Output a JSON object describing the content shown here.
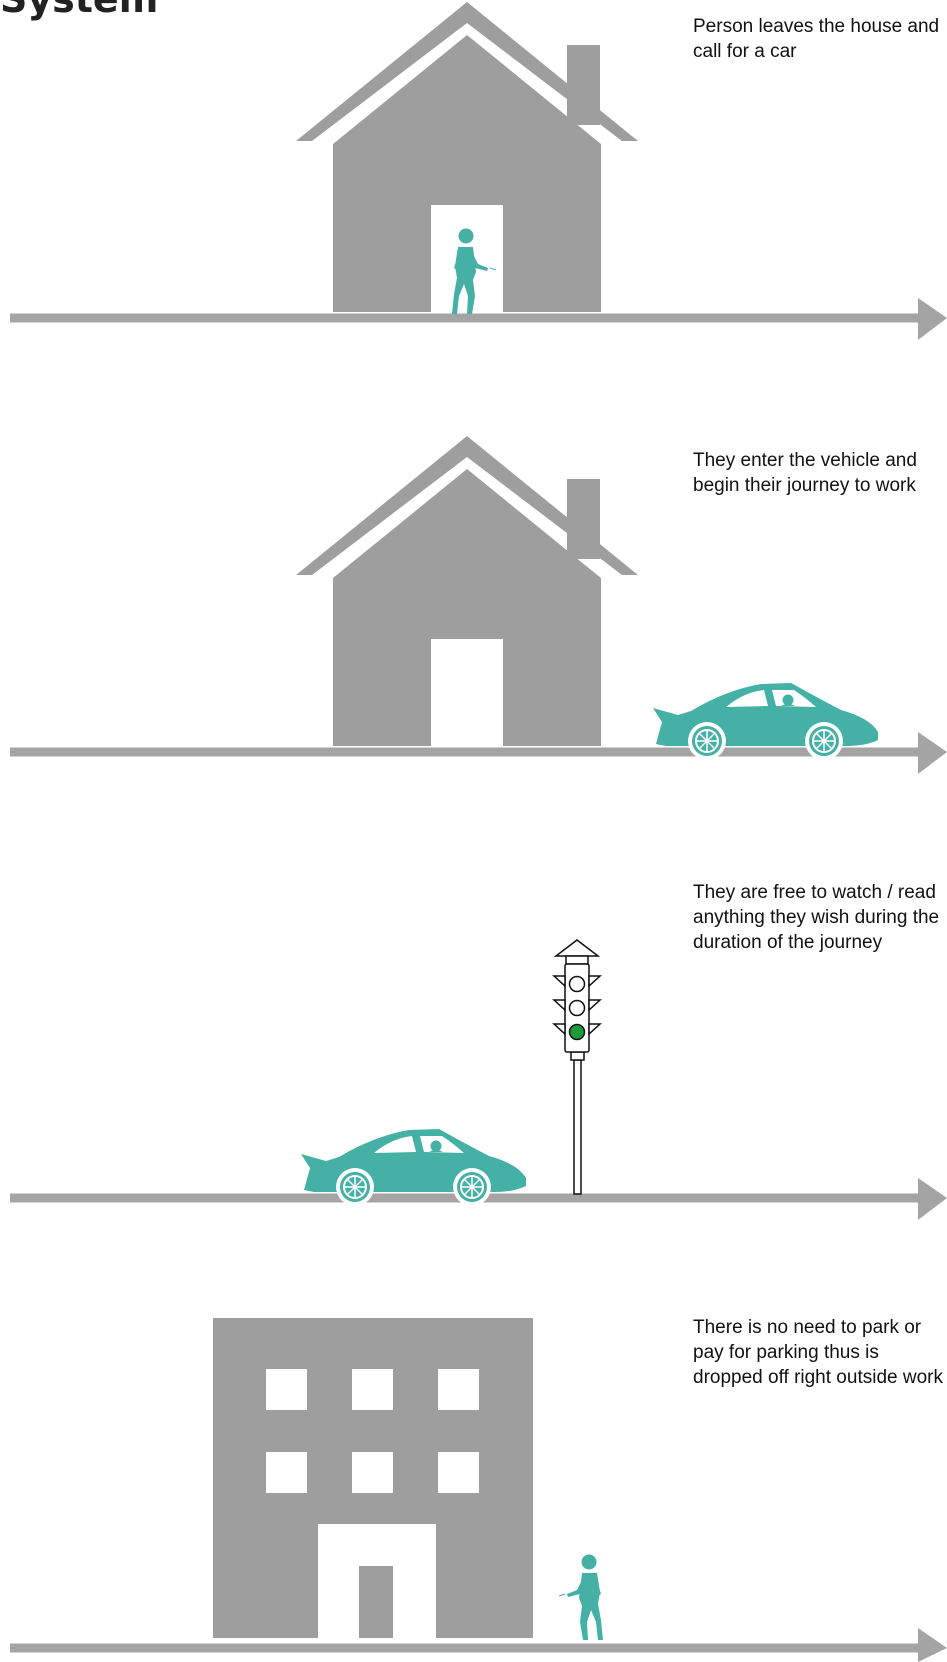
{
  "title_fragment": "System",
  "colors": {
    "building": "#9e9e9e",
    "accent": "#45b0a6",
    "signal_green": "#1d9b3c",
    "text": "#111111"
  },
  "steps": [
    {
      "caption": "Person leaves the house and call for a car",
      "scene": [
        "house-icon",
        "person-icon"
      ]
    },
    {
      "caption": "They enter the vehicle and begin their journey to work",
      "scene": [
        "house-icon",
        "car-icon"
      ]
    },
    {
      "caption": "They are free to watch / read anything they wish during the duration of the journey",
      "scene": [
        "car-icon",
        "traffic-light-icon"
      ]
    },
    {
      "caption": "There is no need to park or pay for parking thus is dropped off right outside work",
      "scene": [
        "office-building-icon",
        "person-icon"
      ]
    }
  ]
}
